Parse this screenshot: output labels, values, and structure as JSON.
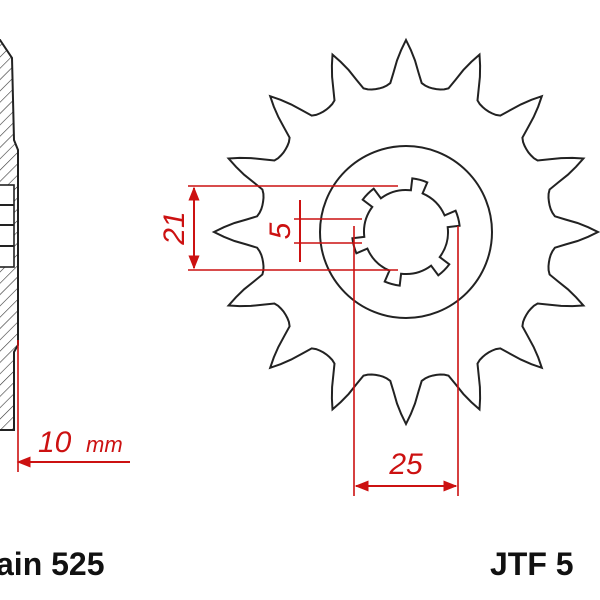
{
  "sprocket": {
    "teeth": 16,
    "spline_count": 6
  },
  "dimensions": {
    "width_value": "10",
    "width_unit": "mm",
    "spline_depth": "5",
    "inner_diameter": "21",
    "outer_diameter": "25"
  },
  "captions": {
    "chain": "ain 525",
    "part_number": "JTF 5"
  },
  "colors": {
    "dimension": "#cc1111",
    "outline": "#222222"
  }
}
